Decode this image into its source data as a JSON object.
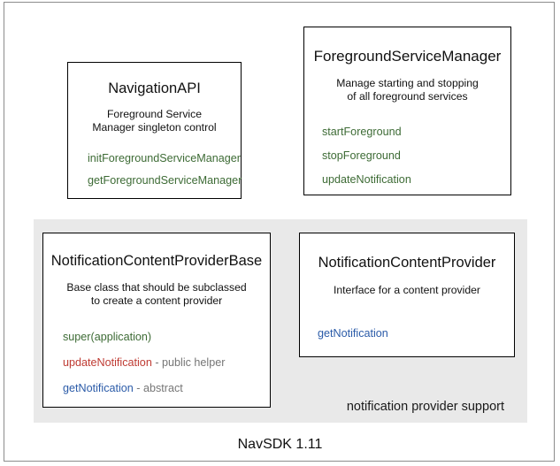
{
  "diagram": {
    "footer_caption": "NavSDK 1.11",
    "group_panel": {
      "caption": "notification provider support"
    },
    "colors": {
      "panel_background": "#e9e9e9",
      "box_background": "#ffffff",
      "box_border": "#000000",
      "frame_border": "#8c8c8c",
      "method_green": "#3d6b35",
      "method_red": "#bf3b33",
      "method_blue": "#2b5ba8",
      "note_gray": "#767676",
      "text": "#111111"
    },
    "boxes": [
      {
        "id": "navigation-api",
        "title": "NavigationAPI",
        "description_lines": [
          "Foreground Service",
          "Manager singleton control"
        ],
        "members": [
          {
            "name": "initForegroundServiceManager",
            "color": "green",
            "note": ""
          },
          {
            "name": "getForegroundServiceManager",
            "color": "green",
            "note": ""
          }
        ]
      },
      {
        "id": "foreground-service-manager",
        "title": "ForegroundServiceManager",
        "description_lines": [
          "Manage starting and stopping",
          "of all foreground services"
        ],
        "members": [
          {
            "name": "startForeground",
            "color": "green",
            "note": ""
          },
          {
            "name": "stopForeground",
            "color": "green",
            "note": ""
          },
          {
            "name": "updateNotification",
            "color": "green",
            "note": ""
          }
        ]
      },
      {
        "id": "notification-content-provider-base",
        "title": "NotificationContentProviderBase",
        "description_lines": [
          "Base class that should be subclassed",
          "to create a content provider"
        ],
        "members": [
          {
            "name": "super(application)",
            "color": "green",
            "note": ""
          },
          {
            "name": "updateNotification",
            "color": "red",
            "note": " - public helper"
          },
          {
            "name": "getNotification",
            "color": "blue",
            "note": " - abstract"
          }
        ]
      },
      {
        "id": "notification-content-provider",
        "title": "NotificationContentProvider",
        "description_lines": [
          "Interface for a content provider"
        ],
        "members": [
          {
            "name": "getNotification",
            "color": "blue",
            "note": ""
          }
        ]
      }
    ]
  }
}
